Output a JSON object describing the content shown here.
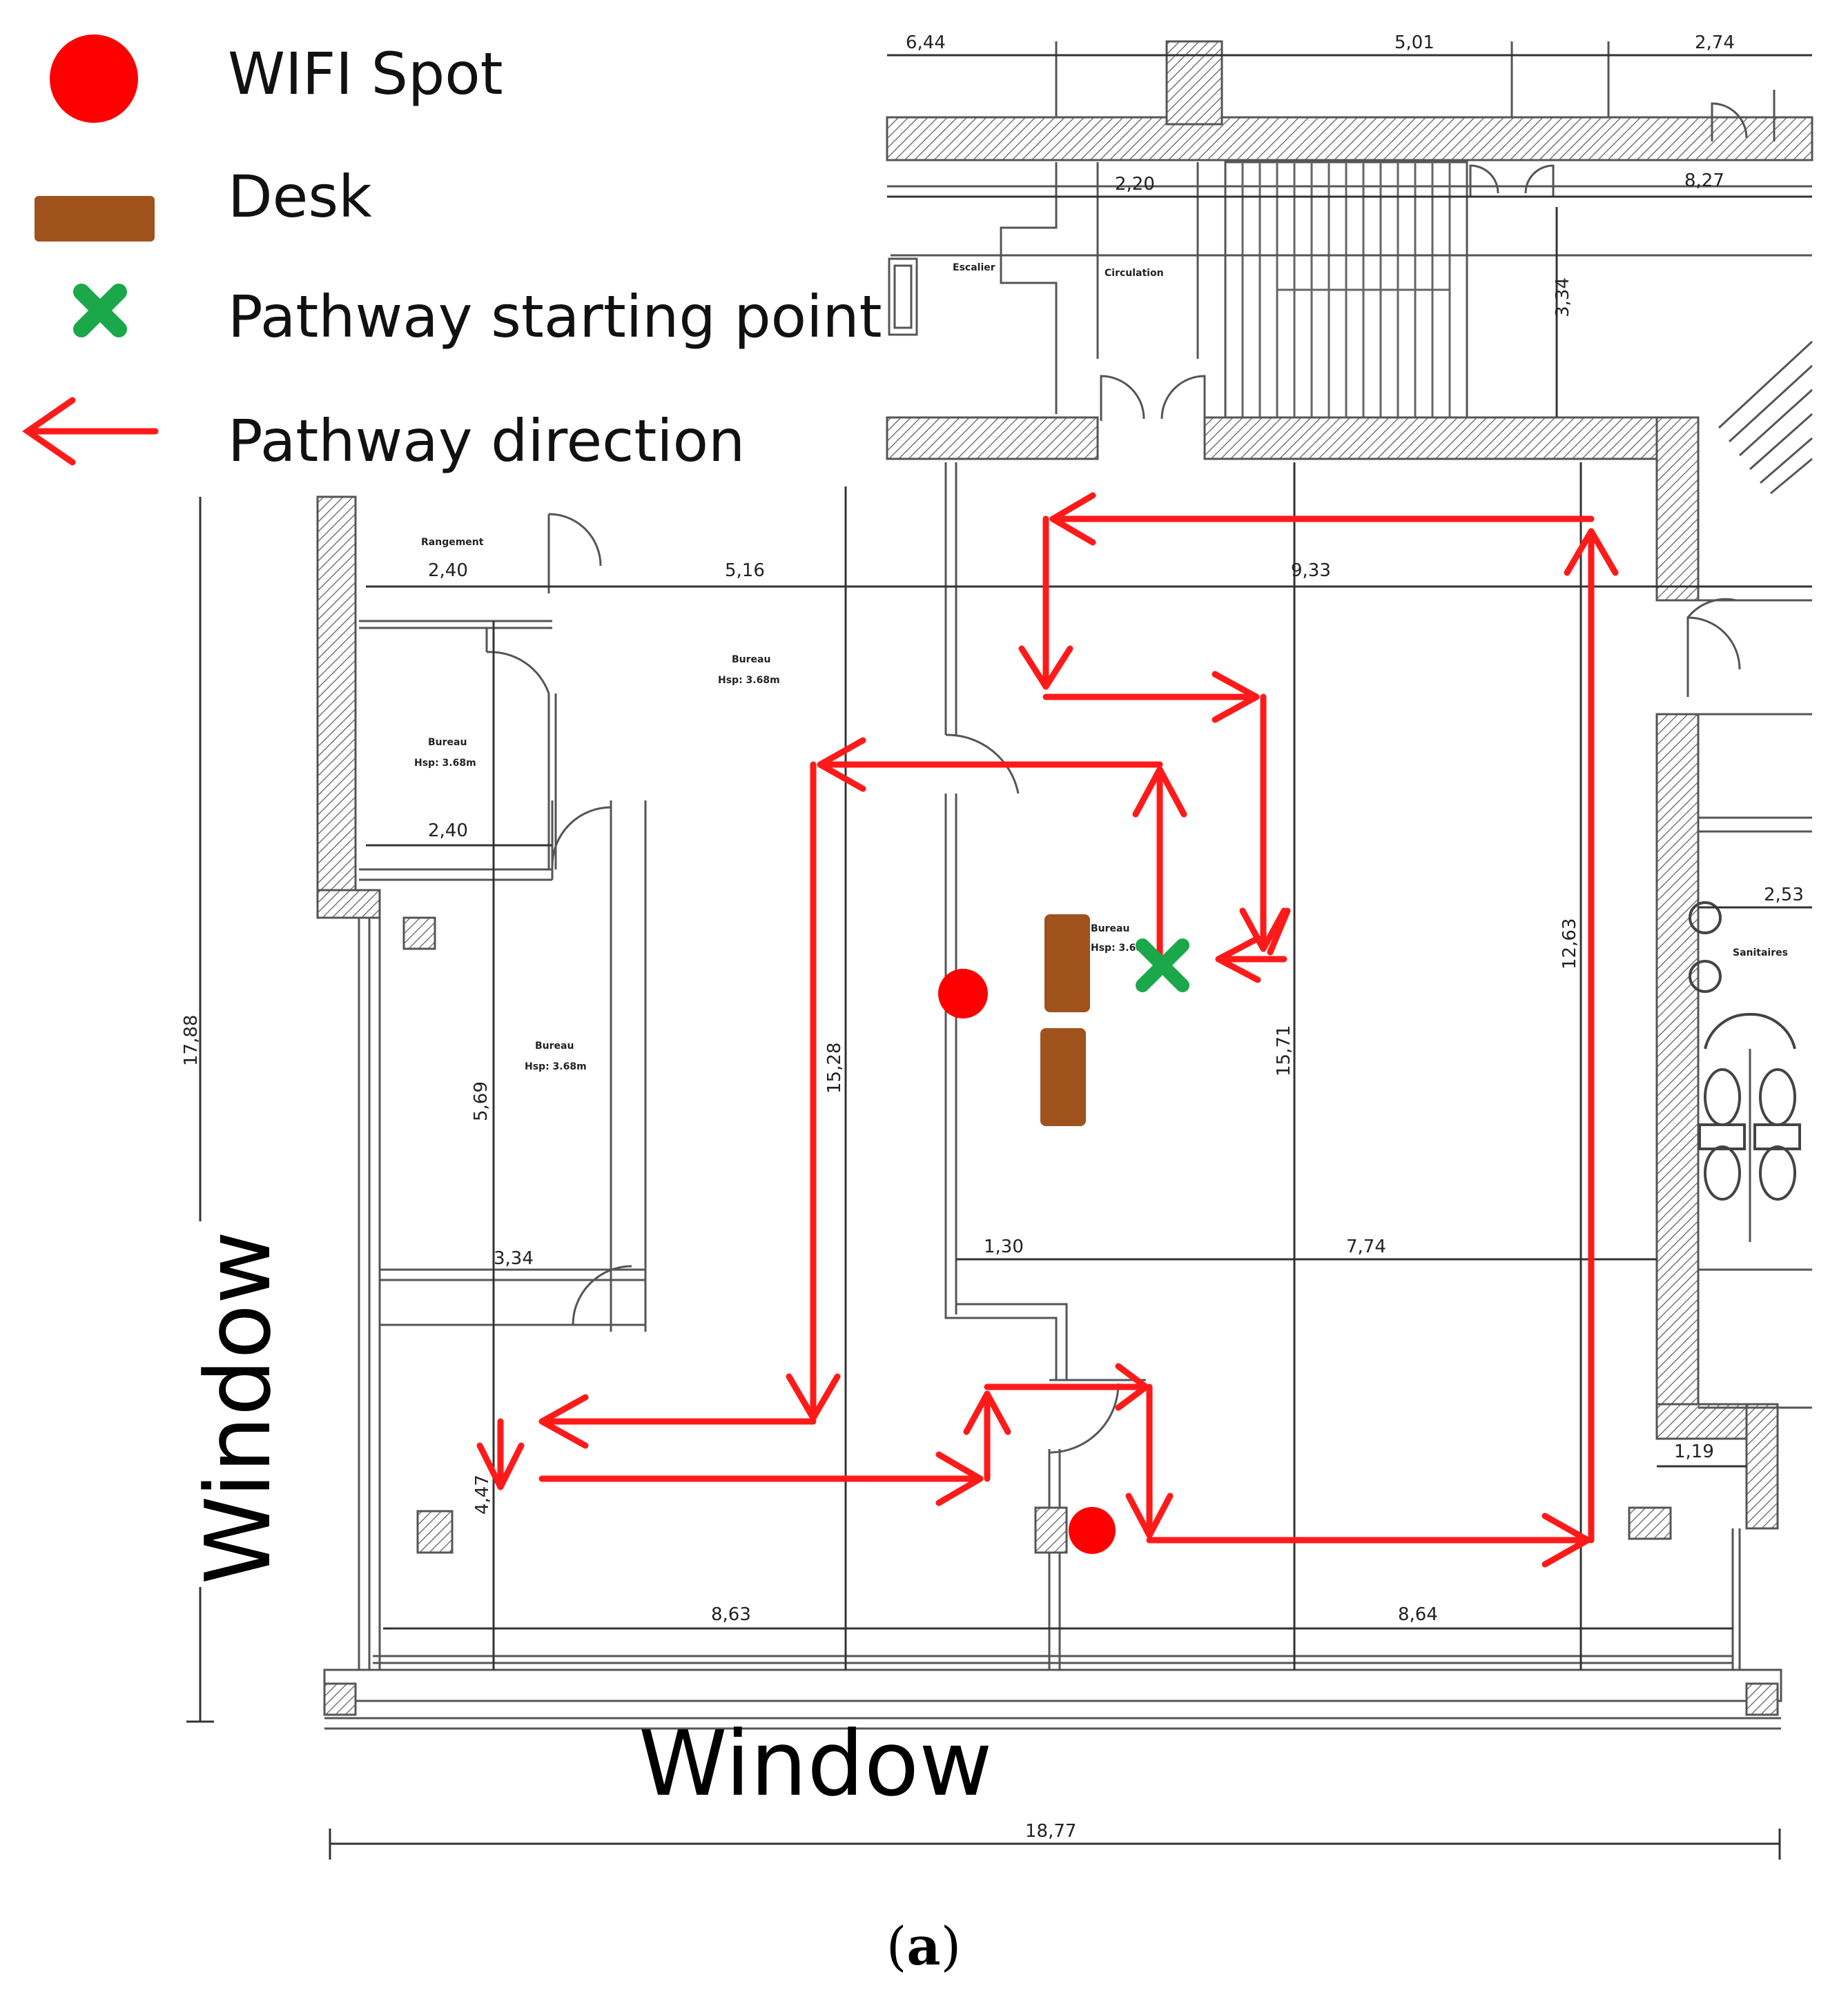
{
  "legend": {
    "wifi": "WIFI Spot",
    "desk": "Desk",
    "start": "Pathway starting point",
    "direction": "Pathway direction"
  },
  "colors": {
    "wifi": "#ff0000",
    "desk": "#a0521d",
    "start": "#1aa84a",
    "path": "#ff1a1a",
    "wall": "#555555"
  },
  "window_labels": [
    "Window",
    "Window"
  ],
  "caption": {
    "open": "(",
    "letter": "a",
    "close": ")"
  },
  "dimensions": {
    "top1": "6,44",
    "top2": "5,01",
    "top3": "2,74",
    "d220": "2,20",
    "d827": "8,27",
    "d334v": "3,34",
    "d240a": "2,40",
    "d516": "5,16",
    "d933": "9,33",
    "d240b": "2,40",
    "d1788": "17,88",
    "d569": "5,69",
    "d334": "3,34",
    "d1528": "15,28",
    "d1571": "15,71",
    "d1263": "12,63",
    "d253": "2,53",
    "d130": "1,30",
    "d774": "7,74",
    "d119": "1,19",
    "d447": "4,47",
    "d863": "8,63",
    "d864": "8,64",
    "d1877": "18,77"
  },
  "room_labels": {
    "escalier": "Escalier",
    "circulation": "Circulation",
    "rangement": "Rangement",
    "bureau1": "Bureau",
    "bureau1_h": "Hsp: 3.68m",
    "bureau2": "Bureau",
    "bureau2_h": "Hsp: 3.68m",
    "bureau3": "Bureau",
    "bureau3_h": "Hsp: 3.68m",
    "bureau4": "Bureau",
    "bureau4_h": "Hsp: 3.68",
    "sanitaires": "Sanitaires"
  }
}
